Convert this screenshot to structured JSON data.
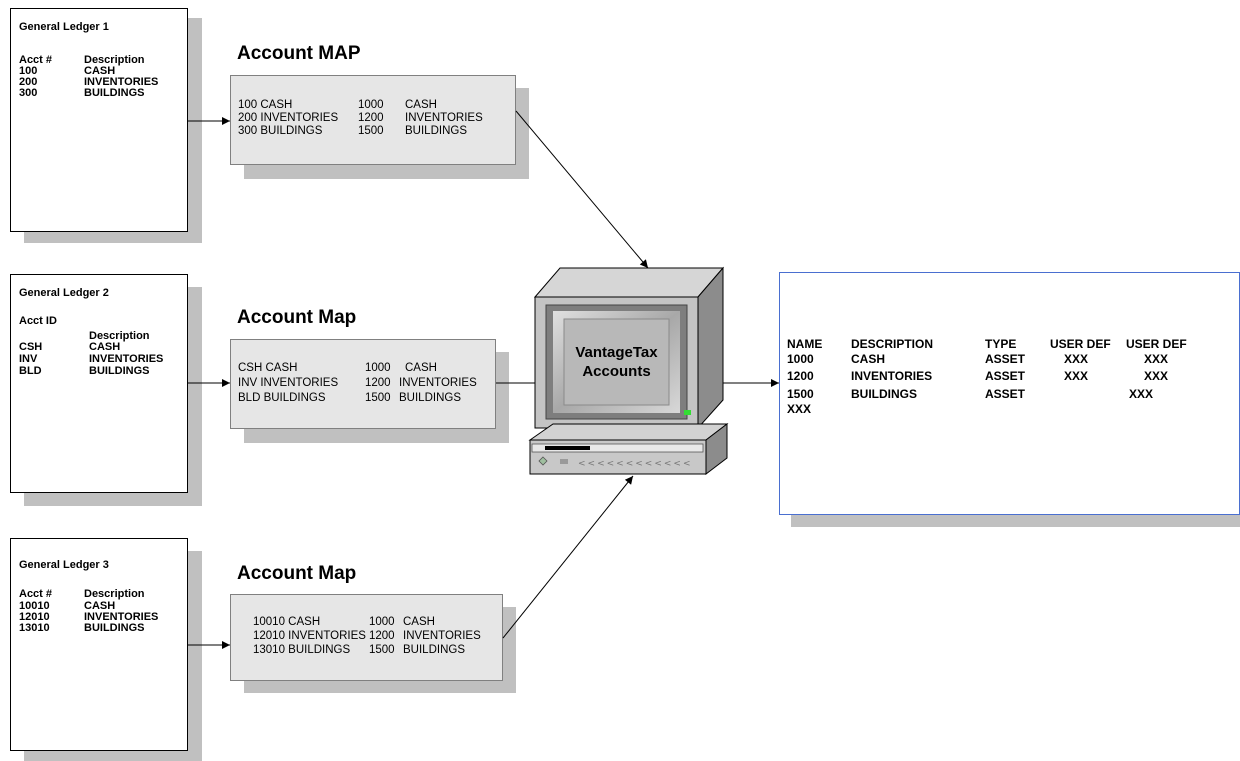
{
  "ledgers": [
    {
      "title": "General Ledger 1",
      "header_col1": "Acct #",
      "header_col2": "Description",
      "rows": [
        {
          "id": "100",
          "desc": "CASH"
        },
        {
          "id": "200",
          "desc": "INVENTORIES"
        },
        {
          "id": "300",
          "desc": "BUILDINGS"
        }
      ]
    },
    {
      "title": "General Ledger 2",
      "header_col1": "Acct  ID",
      "header_col2": "Description",
      "rows": [
        {
          "id": "CSH",
          "desc": "CASH"
        },
        {
          "id": "INV",
          "desc": "INVENTORIES"
        },
        {
          "id": "BLD",
          "desc": "BUILDINGS"
        }
      ]
    },
    {
      "title": "General Ledger 3",
      "header_col1": "Acct #",
      "header_col2": "Description",
      "rows": [
        {
          "id": "10010",
          "desc": "CASH"
        },
        {
          "id": "12010",
          "desc": "INVENTORIES"
        },
        {
          "id": "13010",
          "desc": "BUILDINGS"
        }
      ]
    }
  ],
  "maps": [
    {
      "title": "Account MAP",
      "rows": [
        {
          "src": "100 CASH",
          "dst_id": "1000",
          "dst_desc": "CASH"
        },
        {
          "src": "200 INVENTORIES",
          "dst_id": "1200",
          "dst_desc": "INVENTORIES"
        },
        {
          "src": "300 BUILDINGS",
          "dst_id": "1500",
          "dst_desc": "BUILDINGS"
        }
      ]
    },
    {
      "title": "Account Map",
      "rows": [
        {
          "src": "CSH CASH",
          "dst_id": "1000",
          "dst_desc": "CASH"
        },
        {
          "src": "INV  INVENTORIES",
          "dst_id": "1200",
          "dst_desc": "INVENTORIES"
        },
        {
          "src": "BLD BUILDINGS",
          "dst_id": "1500",
          "dst_desc": "BUILDINGS"
        }
      ]
    },
    {
      "title": "Account Map",
      "rows": [
        {
          "src": "10010 CASH",
          "dst_id": "1000",
          "dst_desc": "CASH"
        },
        {
          "src": "12010 INVENTORIES",
          "dst_id": "1200",
          "dst_desc": "INVENTORIES"
        },
        {
          "src": "13010 BUILDINGS",
          "dst_id": "1500",
          "dst_desc": "BUILDINGS"
        }
      ]
    }
  ],
  "computer": {
    "line1": "VantageTax",
    "line2": "Accounts"
  },
  "output": {
    "headers": [
      "NAME",
      "DESCRIPTION",
      "TYPE",
      "USER DEF",
      "USER DEF"
    ],
    "rows": [
      [
        "1000",
        "CASH",
        "ASSET",
        "XXX",
        "XXX"
      ],
      [
        "1200",
        "INVENTORIES",
        "ASSET",
        "XXX",
        "XXX"
      ],
      [
        "1500",
        "BUILDINGS",
        "ASSET",
        "",
        "XXX"
      ]
    ],
    "trailing": "XXX"
  },
  "colors": {
    "shadow": "#c0c0c0",
    "map_fill": "#e6e6e6",
    "output_border": "#4a6fd0",
    "led": "#33dd33"
  }
}
